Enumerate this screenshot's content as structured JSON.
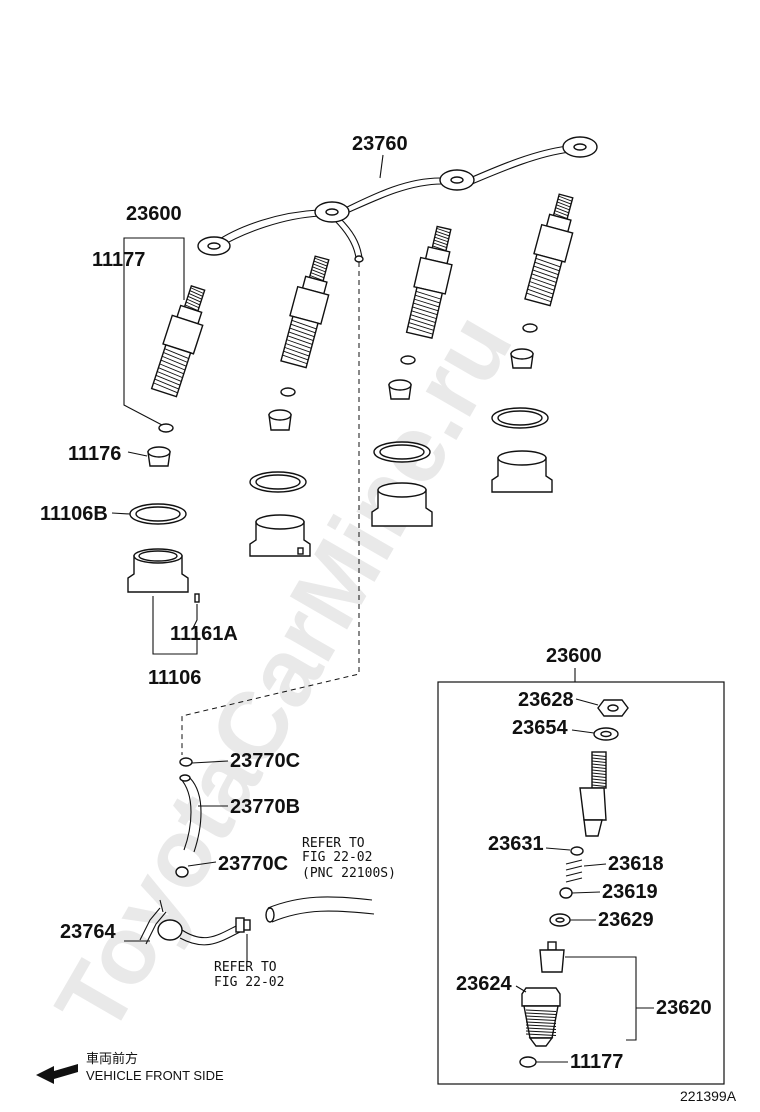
{
  "watermark": "ToyotaCarMine.ru",
  "labels": {
    "p23760": "23760",
    "p23600_top": "23600",
    "p11177_top": "11177",
    "p11176": "11176",
    "p11106B": "11106B",
    "p11161A": "11161A",
    "p11106": "11106",
    "p23770C_a": "23770C",
    "p23770B": "23770B",
    "p23770C_b": "23770C",
    "p23764": "23764",
    "p23600_box": "23600",
    "p23628": "23628",
    "p23654": "23654",
    "p23631": "23631",
    "p23618": "23618",
    "p23619": "23619",
    "p23629": "23629",
    "p23624": "23624",
    "p23620": "23620",
    "p11177_box": "11177"
  },
  "notes": {
    "refer1_line1": "REFER TO",
    "refer1_line2": "FIG 22-02",
    "refer1_line3": "(PNC 22100S)",
    "refer2_line1": "REFER TO",
    "refer2_line2": "FIG 22-02"
  },
  "footer": {
    "front_jp": "車両前方",
    "front_en": "VEHICLE FRONT SIDE",
    "diagram_code": "221399A"
  }
}
